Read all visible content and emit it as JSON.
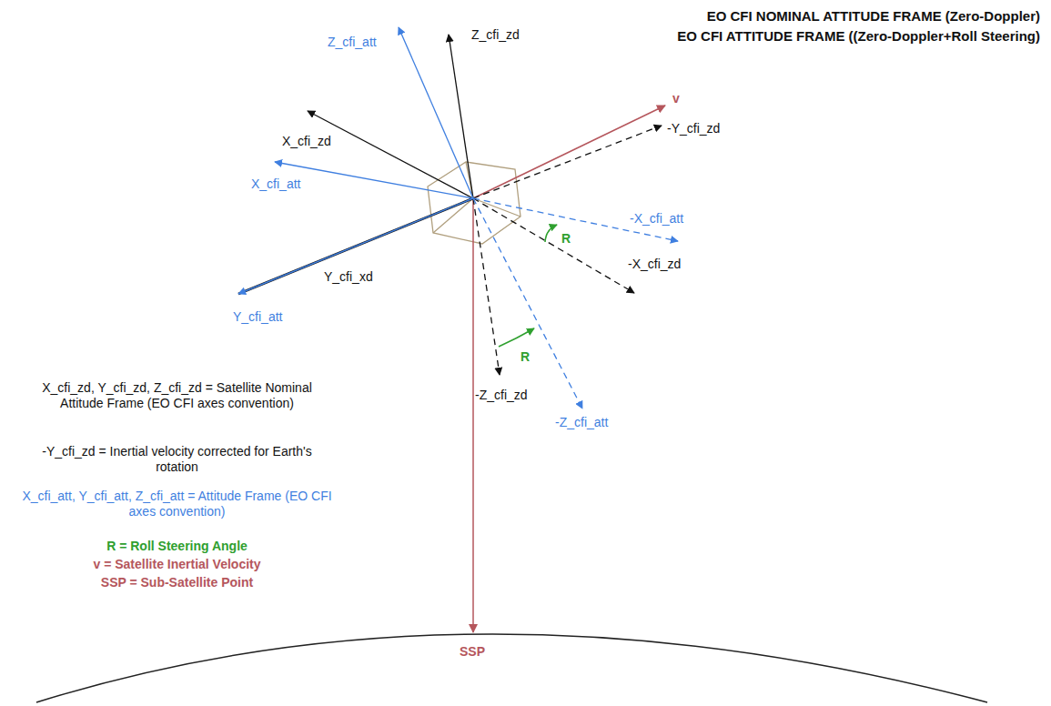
{
  "diagram": {
    "title": "EO CFI NOMINAL ATTITUDE FRAME (Zero-Doppler)",
    "labels": [
      "EO CFI ATTITUDE FRAME ((Zero-Doppler+Roll Steering)",
      "Z_cfi_zd",
      "Z_cfi_att",
      "X_cfi_zd",
      "v",
      "-Y_cfi_zd",
      "X_cfi_att",
      "-X_cfi_att",
      "R",
      "-X_cfi_zd",
      "Y_cfi_xd",
      "Y_cfi_att",
      "X_cfi_zd, Y_cfi_zd, Z_cfi_zd = Satellite Nominal Attitude Frame (EO CFI axes convention)",
      "R",
      "-Z_cfi_zd",
      "-Z_cfi_att",
      "-Y_cfi_zd = Inertial velocity corrected for Earth's rotation",
      "X_cfi_att, Y_cfi_att, Z_cfi_att = Attitude Frame (EO CFI axes convention)",
      "R = Roll Steering Angle",
      "v = Satellite Inertial Velocity",
      "SSP = Sub-Satellite Point",
      "SSP"
    ]
  }
}
